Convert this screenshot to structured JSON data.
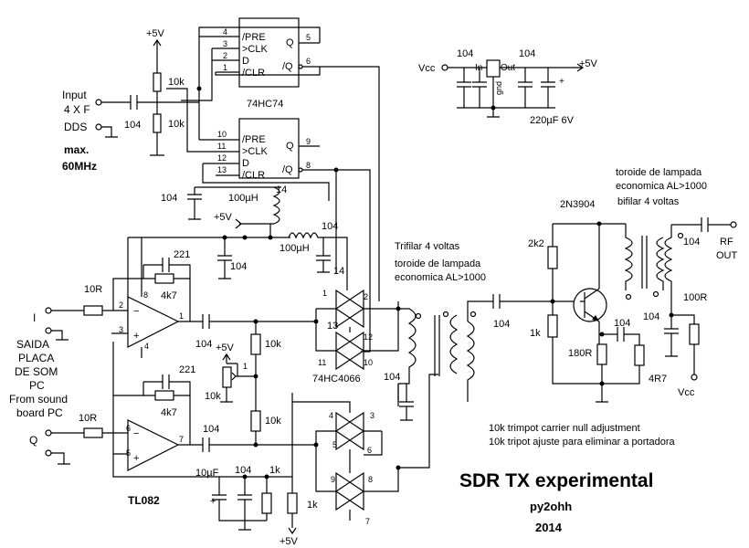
{
  "title": "SDR TX experimental",
  "author": "py2ohh",
  "year": "2014",
  "supply": {
    "plus5v": "+5V",
    "vcc": "Vcc",
    "cap_220": "220µF 6V",
    "reg_in": "In",
    "reg_out": "Out",
    "reg_gnd": "gnd",
    "polarity": "+"
  },
  "inputs": {
    "input_line1": "Input",
    "input_line2": "4 X F",
    "dds": "DDS",
    "max_line1": "max.",
    "max_line2": "60MHz",
    "i": "I",
    "q": "Q",
    "sound_lines": [
      "SAIDA",
      "PLACA",
      "DE SOM",
      "PC",
      "From sound",
      "board PC"
    ]
  },
  "ics": {
    "ff": "74HC74",
    "sw": "74HC4066",
    "opamp": "TL082",
    "transistor": "2N3904"
  },
  "ff_pins": {
    "pre": "/PRE",
    "clk": ">CLK",
    "d": "D",
    "clr": "/CLR",
    "q": "Q",
    "qn": "/Q"
  },
  "values": {
    "r10k": "10k",
    "c104": "104",
    "uh100": "100µH",
    "c221": "221",
    "r4k7": "4k7",
    "r10r": "10R",
    "uf10": "10µF",
    "r1k": "1k",
    "r2k2": "2k2",
    "r180": "180R",
    "r4r7": "4R7",
    "r100": "100R",
    "trim10k": "10k"
  },
  "notes": {
    "trifilar": "Trifilar 4 voltas",
    "toroid_a1": "toroide de lampada",
    "toroid_a2": "economica AL>1000",
    "toroid_b1": "toroide de lampada",
    "toroid_b2": "economica AL>1000",
    "bifilar": "bifilar 4 voltas",
    "trimpot_en": "10k trimpot carrier null adjustment",
    "trimpot_pt": "10k tripot ajuste para eliminar a portadora",
    "rf_out1": "RF",
    "rf_out2": "OUT"
  },
  "pins": {
    "p1": "1",
    "p2": "2",
    "p3": "3",
    "p4": "4",
    "p5": "5",
    "p6": "6",
    "p7": "7",
    "p8": "8",
    "p9": "9",
    "p10": "10",
    "p11": "11",
    "p12": "12",
    "p13": "13",
    "p14": "14"
  }
}
